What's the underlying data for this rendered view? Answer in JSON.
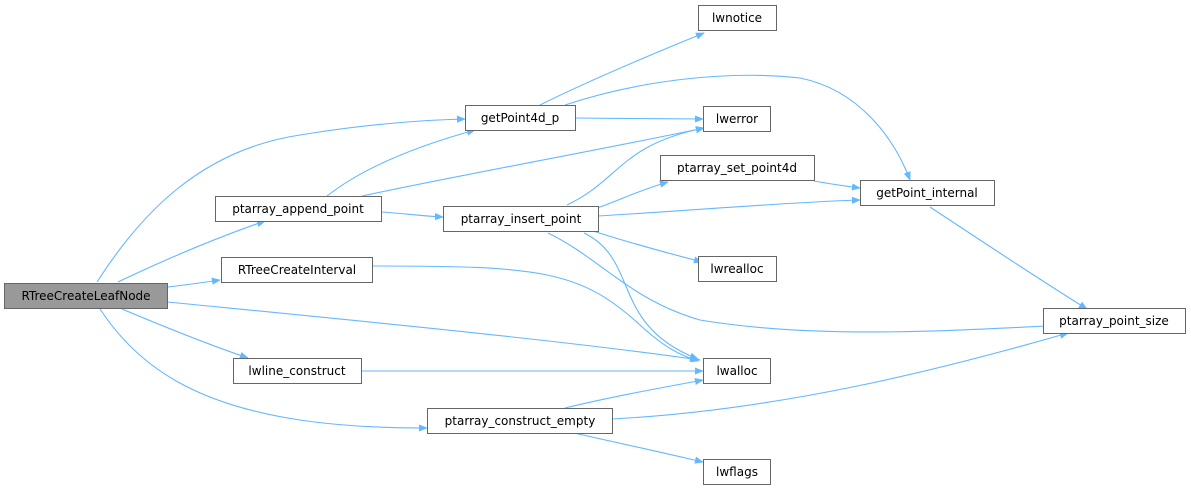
{
  "graph": {
    "edge_color": "#63b8ff",
    "node_fill": "#ffffff",
    "root_fill": "#999999",
    "border_color": "#666666",
    "nodes": {
      "root": "RTreeCreateLeafNode",
      "append_point": "ptarray_append_point",
      "create_interval": "RTreeCreateInterval",
      "lwline_construct": "lwline_construct",
      "construct_empty": "ptarray_construct_empty",
      "getpoint4d": "getPoint4d_p",
      "insert_point": "ptarray_insert_point",
      "set_point4d": "ptarray_set_point4d",
      "lwnotice": "lwnotice",
      "lwerror": "lwerror",
      "lwrealloc": "lwrealloc",
      "lwalloc": "lwalloc",
      "lwflags": "lwflags",
      "getpoint_internal": "getPoint_internal",
      "point_size": "ptarray_point_size"
    },
    "edges": [
      [
        "root",
        "getpoint4d"
      ],
      [
        "root",
        "append_point"
      ],
      [
        "root",
        "create_interval"
      ],
      [
        "root",
        "lwalloc"
      ],
      [
        "root",
        "lwline_construct"
      ],
      [
        "root",
        "construct_empty"
      ],
      [
        "append_point",
        "getpoint4d"
      ],
      [
        "append_point",
        "lwerror"
      ],
      [
        "append_point",
        "insert_point"
      ],
      [
        "getpoint4d",
        "lwnotice"
      ],
      [
        "getpoint4d",
        "lwerror"
      ],
      [
        "getpoint4d",
        "getpoint_internal"
      ],
      [
        "insert_point",
        "lwerror"
      ],
      [
        "insert_point",
        "set_point4d"
      ],
      [
        "insert_point",
        "getpoint_internal"
      ],
      [
        "insert_point",
        "lwrealloc"
      ],
      [
        "insert_point",
        "point_size"
      ],
      [
        "insert_point",
        "lwalloc"
      ],
      [
        "set_point4d",
        "getpoint_internal"
      ],
      [
        "getpoint_internal",
        "point_size"
      ],
      [
        "create_interval",
        "lwalloc"
      ],
      [
        "lwline_construct",
        "lwalloc"
      ],
      [
        "construct_empty",
        "lwalloc"
      ],
      [
        "construct_empty",
        "point_size"
      ],
      [
        "construct_empty",
        "lwflags"
      ]
    ]
  }
}
